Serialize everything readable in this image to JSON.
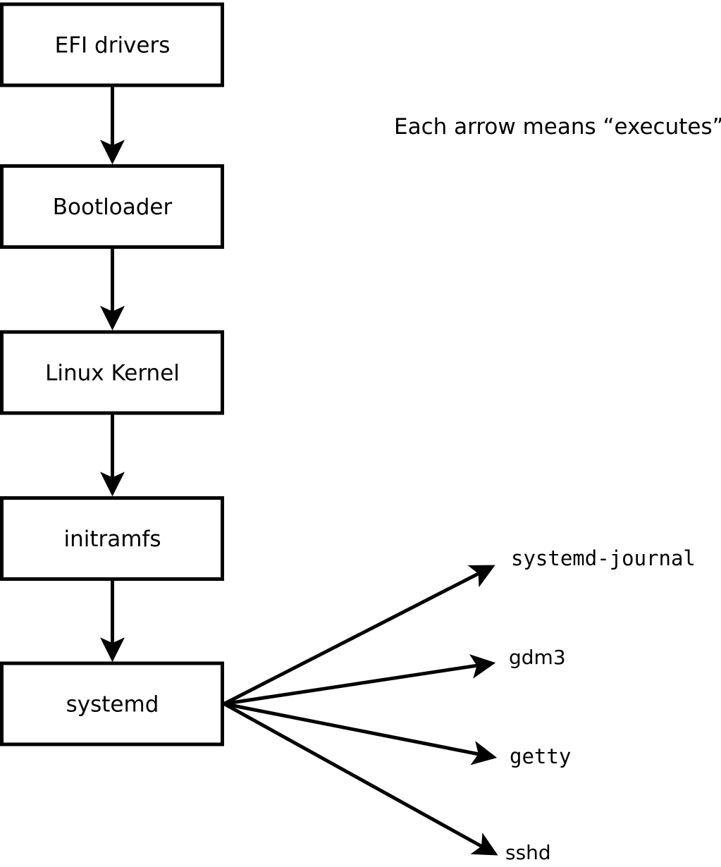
{
  "note": {
    "text": "Each arrow means “executes”."
  },
  "chain": [
    {
      "label": "EFI drivers"
    },
    {
      "label": "Bootloader"
    },
    {
      "label": "Linux Kernel"
    },
    {
      "label": "initramfs"
    },
    {
      "label": "systemd"
    }
  ],
  "spawned": [
    {
      "label": "systemd-journal"
    },
    {
      "label": "gdm3"
    },
    {
      "label": "getty"
    },
    {
      "label": "sshd"
    }
  ],
  "colors": {
    "line": "#000000",
    "box_fill": "#ffffff",
    "background": "#ffffff"
  }
}
